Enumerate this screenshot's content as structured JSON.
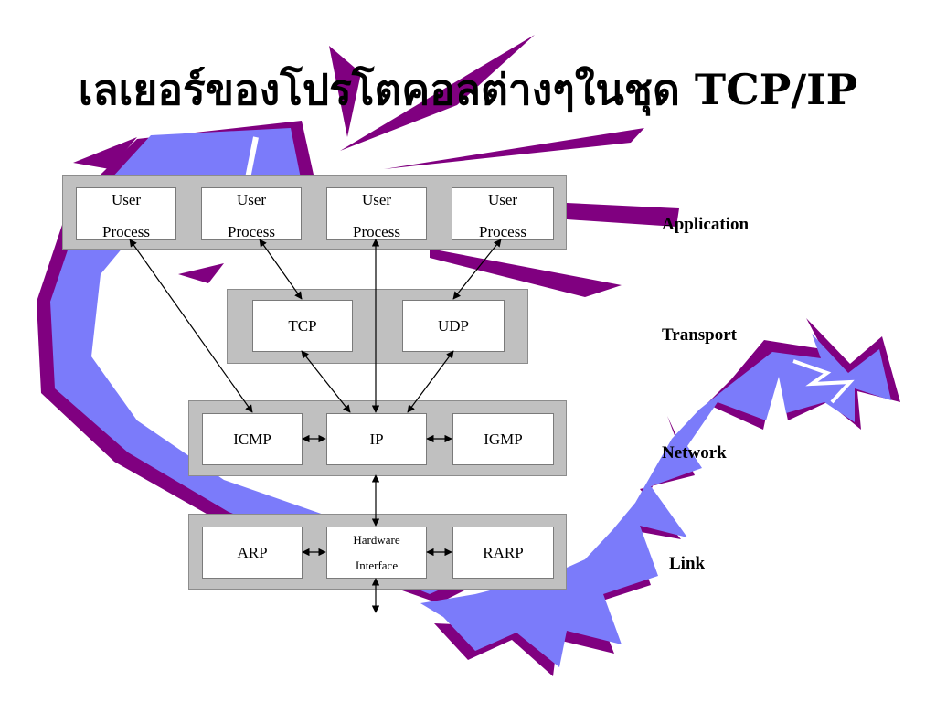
{
  "title": "เลเยอร์ของโปรโตคอลต่างๆในชุด TCP/IP",
  "colors": {
    "purple": "#800080",
    "periwinkle": "#7b7bfa",
    "band": "#c0c0c0"
  },
  "layers": {
    "application": {
      "label": "Application",
      "boxes": [
        {
          "line1": "User",
          "line2": "Process"
        },
        {
          "line1": "User",
          "line2": "Process"
        },
        {
          "line1": "User",
          "line2": "Process"
        },
        {
          "line1": "User",
          "line2": "Process"
        }
      ]
    },
    "transport": {
      "label": "Transport",
      "boxes": [
        "TCP",
        "UDP"
      ]
    },
    "network": {
      "label": "Network",
      "boxes": [
        "ICMP",
        "IP",
        "IGMP"
      ]
    },
    "link": {
      "label": "Link",
      "boxes": {
        "left": "ARP",
        "middle_line1": "Hardware",
        "middle_line2": "Interface",
        "right": "RARP"
      }
    }
  }
}
